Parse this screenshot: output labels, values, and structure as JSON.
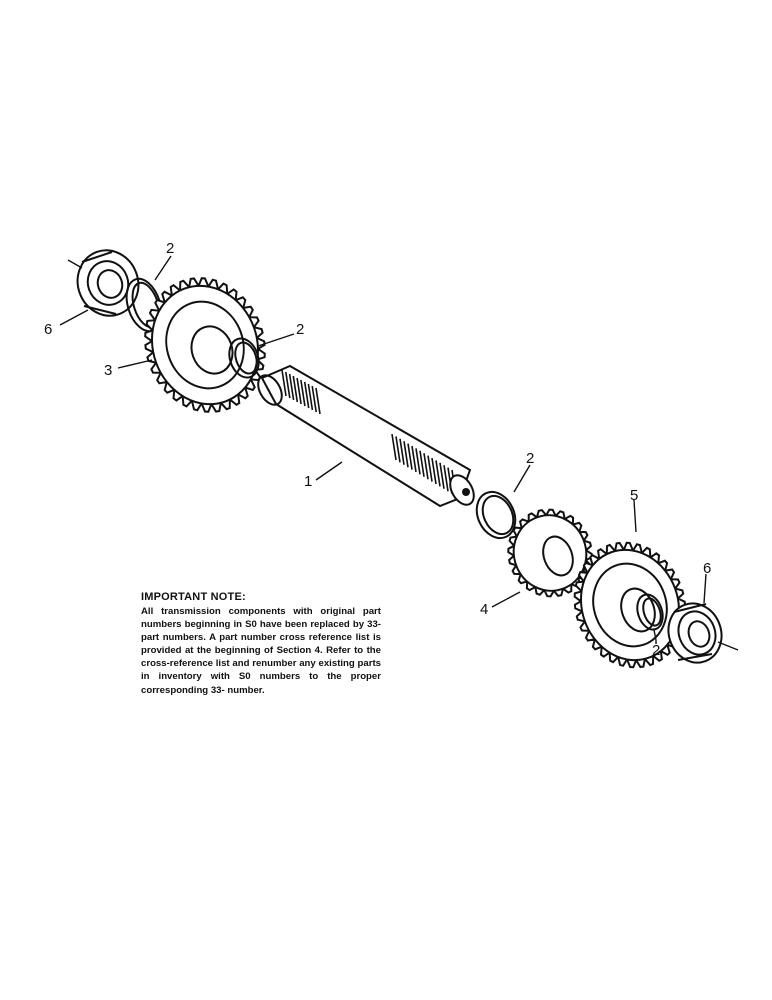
{
  "callouts": {
    "c1": "1",
    "c2a": "2",
    "c2b": "2",
    "c2c": "2",
    "c2d": "2",
    "c3": "3",
    "c4": "4",
    "c5": "5",
    "c6a": "6",
    "c6b": "6"
  },
  "note": {
    "title": "IMPORTANT NOTE:",
    "body": "All transmission components with original part numbers beginning in S0 have been replaced by 33- part numbers. A part number cross reference list is provided at the beginning of Section 4. Refer to the cross-reference list and renumber any existing parts in inventory with S0 numbers to the proper corresponding 33- number."
  }
}
